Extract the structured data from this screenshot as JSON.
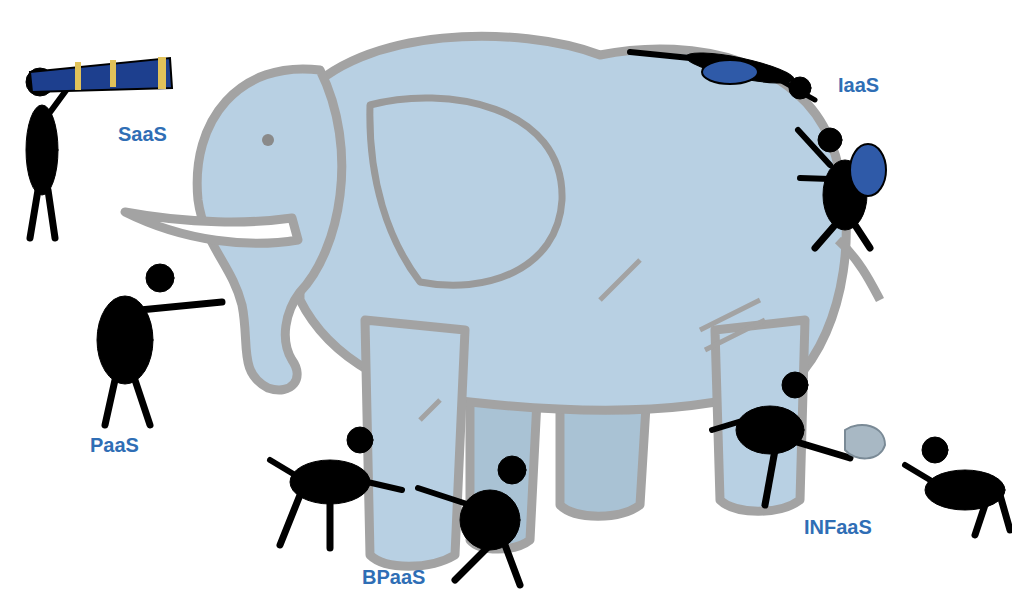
{
  "diagram": {
    "labels": [
      "SaaS",
      "IaaS",
      "PaaS",
      "BPaaS",
      "INFaaS"
    ]
  }
}
